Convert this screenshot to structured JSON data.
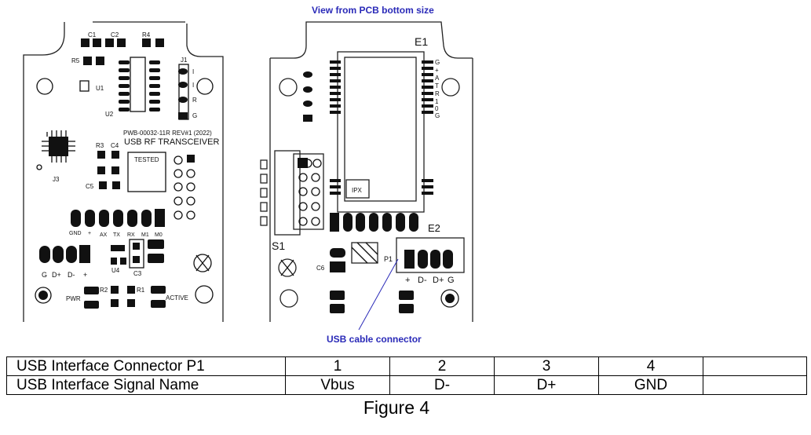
{
  "left_board": {
    "labels": {
      "c1": "C1",
      "c2": "C2",
      "r4": "R4",
      "r5": "R5",
      "u1": "U1",
      "u2": "U2",
      "j1": "J1",
      "j1_pins": [
        "I",
        "I",
        "R",
        "G"
      ],
      "part_no": "PWB-00032-11R REV#1 (2022)",
      "title": "USB RF TRANSCEIVER",
      "tested": "TESTED",
      "r3": "R3",
      "c4": "C4",
      "c5": "C5",
      "j3": "J3",
      "header_pins": [
        "GND",
        "+",
        "AX",
        "TX",
        "RX",
        "M1",
        "M0"
      ],
      "usb_pins": [
        "G",
        "D+",
        "D-",
        "+"
      ],
      "u4": "U4",
      "c3": "C3",
      "pwr": "PWR",
      "r2": "R2",
      "r1": "R1",
      "active": "ACTIVE"
    }
  },
  "right_board": {
    "heading": "View from PCB bottom size",
    "e1": "E1",
    "e1_pins": [
      "G",
      "+",
      "A",
      "T",
      "R",
      "1",
      "0",
      "G"
    ],
    "ipx": "IPX",
    "e2": "E2",
    "s1": "S1",
    "c6": "C6",
    "p1": "P1",
    "p1_pins": [
      "+",
      "D-",
      "D+",
      "G"
    ],
    "callout": "USB cable connector"
  },
  "table": {
    "rows": [
      {
        "label": "USB Interface Connector P1",
        "cells": [
          "1",
          "2",
          "3",
          "4",
          ""
        ]
      },
      {
        "label": "USB Interface Signal Name",
        "cells": [
          "Vbus",
          "D-",
          "D+",
          "GND",
          ""
        ]
      }
    ]
  },
  "caption": "Figure 4"
}
